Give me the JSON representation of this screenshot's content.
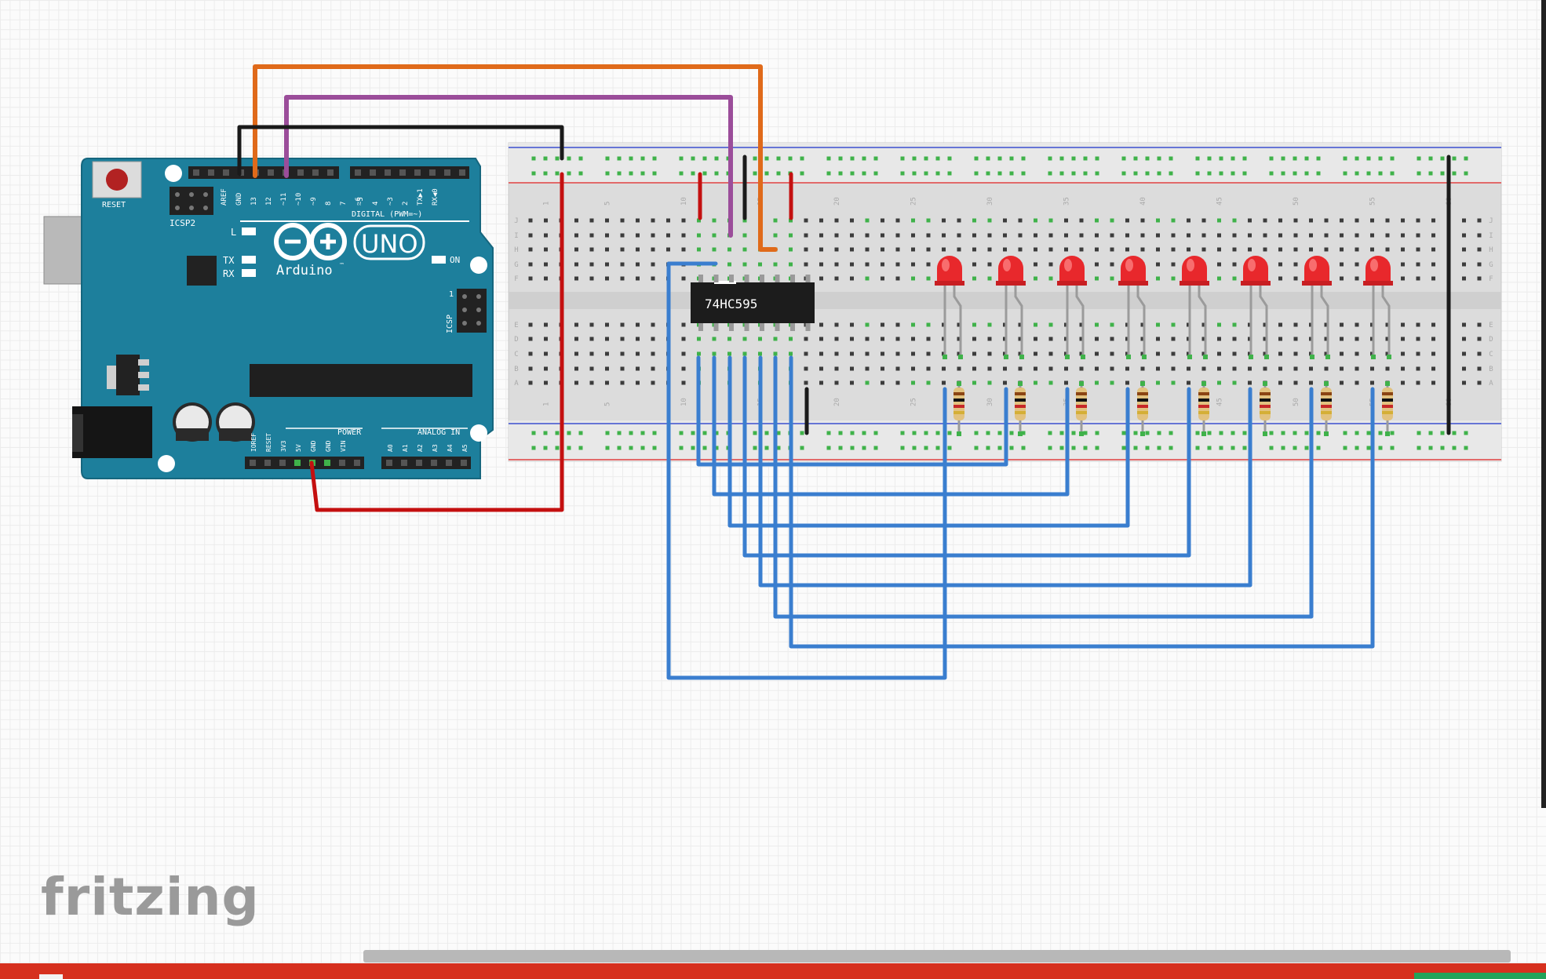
{
  "app": {
    "logo_text": "fritzing"
  },
  "arduino": {
    "board_name": "UNO",
    "brand": "Arduino",
    "trademark": "™",
    "reset_label": "RESET",
    "icsp2_label": "ICSP2",
    "icsp_label": "ICSP",
    "icsp_pin1": "1",
    "led_l": "L",
    "led_tx": "TX",
    "led_rx": "RX",
    "led_on": "ON",
    "digital_header_label": "DIGITAL (PWM=~)",
    "digital_pins": [
      "AREF",
      "GND",
      "13",
      "12",
      "~11",
      "~10",
      "~9",
      "8",
      "7",
      "~6",
      "~5",
      "4",
      "~3",
      "2",
      "TX▶1",
      "RX◀0"
    ],
    "power_label": "POWER",
    "power_pins": [
      "IOREF",
      "RESET",
      "3V3",
      "5V",
      "GND",
      "GND",
      "VIN"
    ],
    "analog_label": "ANALOG IN",
    "analog_pins": [
      "A0",
      "A1",
      "A2",
      "A3",
      "A4",
      "A5"
    ]
  },
  "breadboard": {
    "row_letters_top": [
      "J",
      "I",
      "H",
      "G",
      "F"
    ],
    "row_letters_bottom": [
      "E",
      "D",
      "C",
      "B",
      "A"
    ],
    "column_numbers": [
      "1",
      "5",
      "10",
      "15",
      "20",
      "25",
      "30",
      "35",
      "40",
      "45",
      "50",
      "55",
      "60"
    ]
  },
  "chip": {
    "label": "74HC595"
  },
  "leds": {
    "count": 8,
    "color": "#e8282c"
  },
  "resistors": {
    "count": 8
  },
  "colors": {
    "board": "#1d7f9c",
    "wire_orange": "#e06a1a",
    "wire_purple": "#9b4d9a",
    "wire_black": "#1a1a1a",
    "wire_red": "#c41010",
    "wire_blue": "#3a7ecf",
    "status_red": "#d6301e",
    "status_green": "#22a35a"
  }
}
